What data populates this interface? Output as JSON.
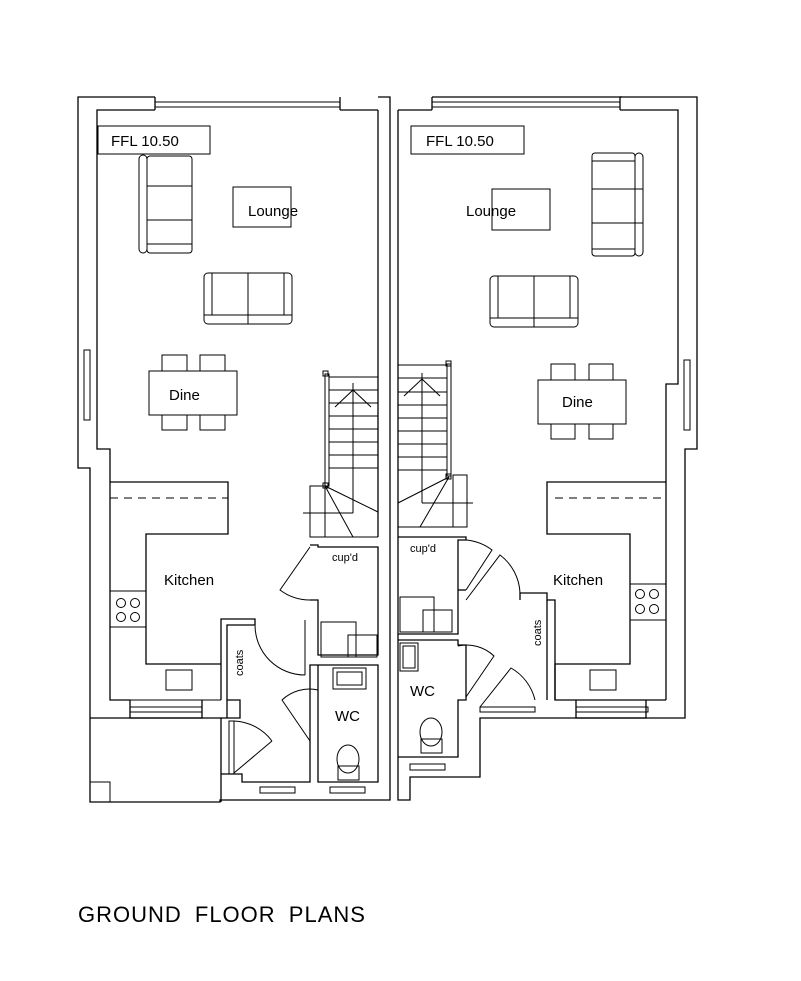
{
  "title": "GROUND FLOOR PLANS",
  "colors": {
    "line": "#000000",
    "background": "#ffffff"
  },
  "units": [
    {
      "side": "left",
      "ffl": "FFL 10.50",
      "rooms": {
        "lounge": "Lounge",
        "dine": "Dine",
        "kitchen": "Kitchen",
        "cupboard": "cup'd",
        "coats": "coats",
        "wc": "WC"
      }
    },
    {
      "side": "right",
      "ffl": "FFL 10.50",
      "rooms": {
        "lounge": "Lounge",
        "dine": "Dine",
        "kitchen": "Kitchen",
        "cupboard": "cup'd",
        "coats": "coats",
        "wc": "WC"
      }
    }
  ]
}
